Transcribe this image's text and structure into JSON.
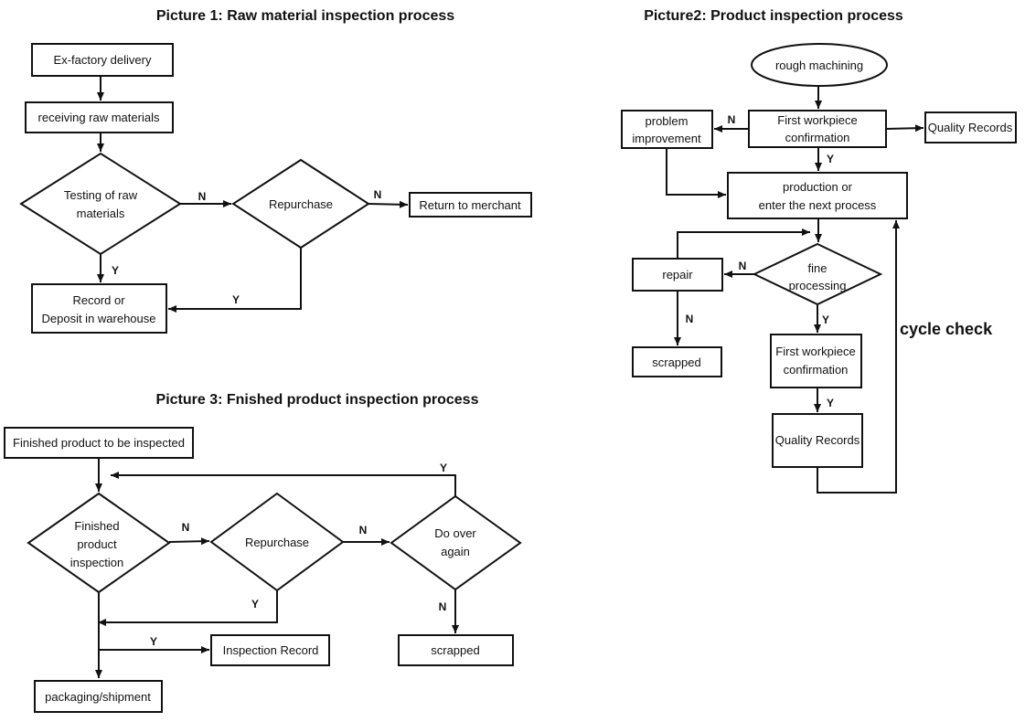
{
  "picture1": {
    "title": "Picture 1: Raw material inspection process",
    "ex_factory": "Ex-factory delivery",
    "receiving": "receiving raw materials",
    "testing_l1": "Testing of raw",
    "testing_l2": "materials",
    "repurchase": "Repurchase",
    "return": "Return to merchant",
    "record_l1": "Record or",
    "record_l2": "Deposit in warehouse",
    "n1": "N",
    "n2": "N",
    "y1": "Y",
    "y2": "Y"
  },
  "picture2": {
    "title": "Picture2: Product inspection process",
    "rough": "rough machining",
    "first1_l1": "First workpiece",
    "first1_l2": "confirmation",
    "quality1": "Quality Records",
    "problem_l1": "problem",
    "problem_l2": "improvement",
    "production_l1": "production or",
    "production_l2": "enter the next process",
    "fine_l1": "fine",
    "fine_l2": "processing",
    "repair": "repair",
    "scrapped": "scrapped",
    "first2_l1": "First workpiece",
    "first2_l2": "confirmation",
    "quality2": "Quality Records",
    "cycle_check": "cycle check",
    "n_problem": "N",
    "y_first": "Y",
    "n_repair": "N",
    "n_scrap": "N",
    "y_fine": "Y",
    "y_first2": "Y"
  },
  "picture3": {
    "title": "Picture 3: Fnished product inspection process",
    "finished_tbi": "Finished product to be inspected",
    "fpi_l1": "Finished",
    "fpi_l2": "product",
    "fpi_l3": "inspection",
    "repurchase": "Repurchase",
    "doover_l1": "Do over",
    "doover_l2": "again",
    "inspection_record": "Inspection Record",
    "scrapped": "scrapped",
    "packaging": "packaging/shipment",
    "n1": "N",
    "n2": "N",
    "n3": "N",
    "y_loop": "Y",
    "y_rep": "Y",
    "y_rec": "Y"
  }
}
